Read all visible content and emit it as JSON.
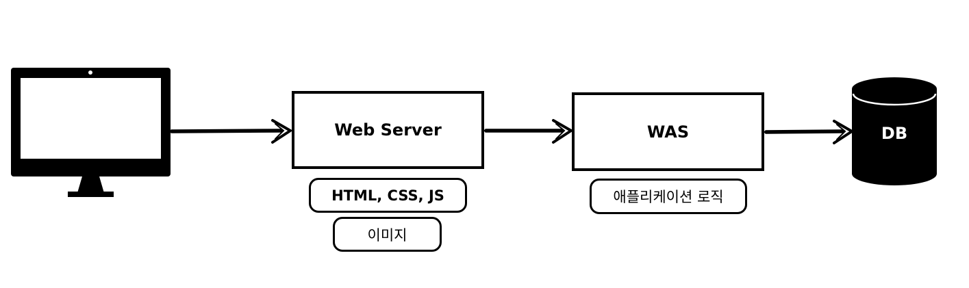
{
  "client": {
    "icon": "monitor-icon"
  },
  "web_server": {
    "label": "Web Server",
    "serves": [
      "HTML, CSS, JS",
      "이미지"
    ]
  },
  "was": {
    "label": "WAS",
    "serves": [
      "애플리케이션 로직"
    ]
  },
  "database": {
    "label": "DB",
    "icon": "database-icon"
  },
  "colors": {
    "stroke": "#000000",
    "background": "#ffffff",
    "db_text": "#ffffff"
  }
}
